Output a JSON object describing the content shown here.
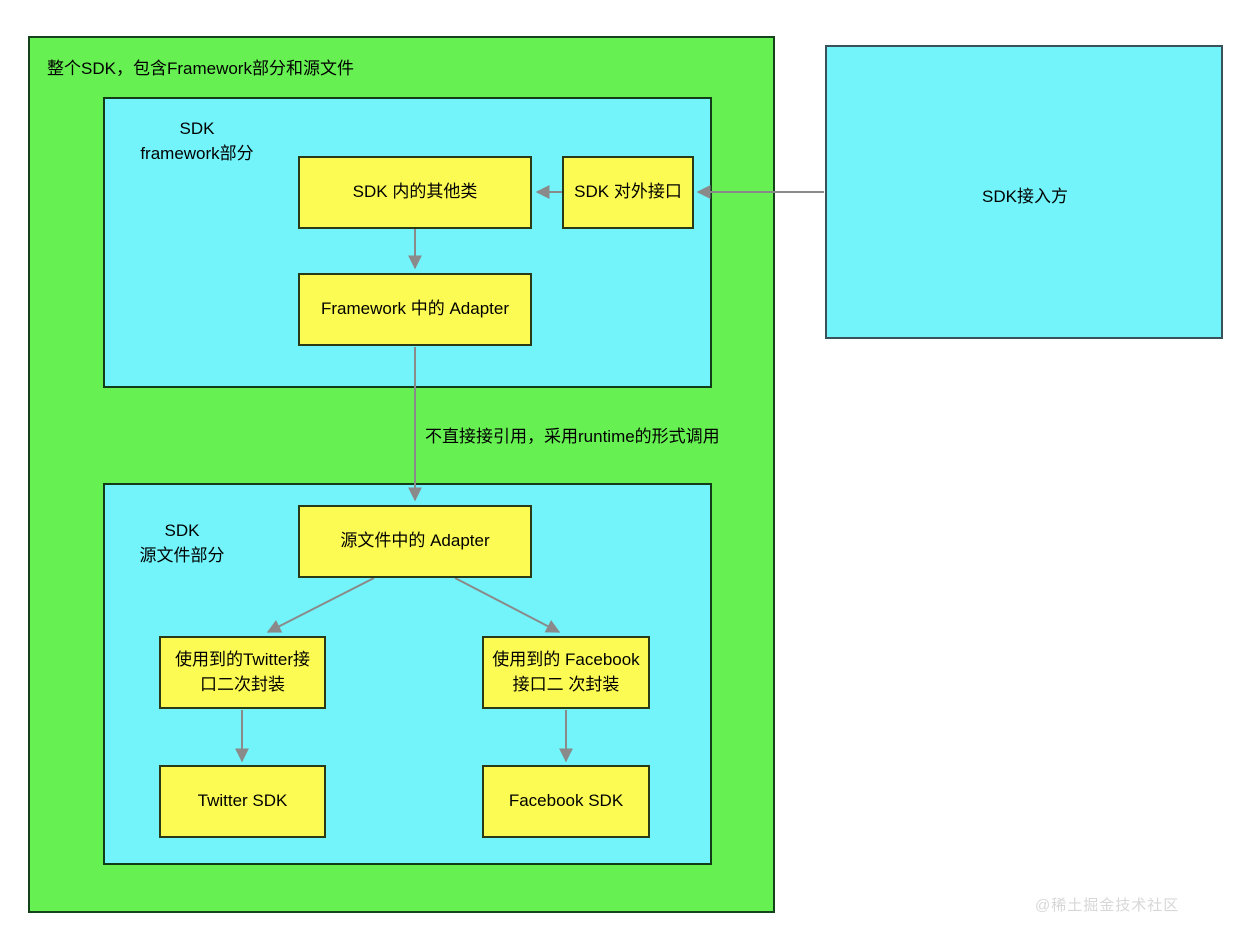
{
  "diagram": {
    "title_caption": "整个SDK，包含Framework部分和源文件",
    "watermark": "@稀土掘金技术社区",
    "colors": {
      "outer_green": "#66f052",
      "inner_cyan": "#73f4fb",
      "node_yellow": "#fcfb53",
      "node_border": "#2b3a16",
      "arrow_gray": "#8a8a8a"
    },
    "regions": [
      {
        "key": "whole_sdk",
        "label": "整个SDK，包含Framework部分和源文件",
        "fill": "#66f052"
      },
      {
        "key": "framework_part",
        "label": "SDK\nframework部分",
        "fill": "#73f4fb"
      },
      {
        "key": "source_part",
        "label": "SDK\n源文件部分",
        "fill": "#73f4fb"
      },
      {
        "key": "consumer",
        "label": "SDK接入方",
        "fill": "#73f4fb"
      }
    ],
    "nodes": [
      {
        "key": "other_classes",
        "label": "SDK 内的其他类"
      },
      {
        "key": "public_interface",
        "label": "SDK 对外接口"
      },
      {
        "key": "framework_adapter",
        "label": "Framework 中的 Adapter"
      },
      {
        "key": "source_adapter",
        "label": "源文件中的 Adapter"
      },
      {
        "key": "twitter_wrapper",
        "label": "使用到的Twitter接口二次封装"
      },
      {
        "key": "facebook_wrapper",
        "label": "使用到的\nFacebook接口二\n次封装"
      },
      {
        "key": "twitter_sdk",
        "label": "Twitter SDK"
      },
      {
        "key": "facebook_sdk",
        "label": "Facebook SDK"
      }
    ],
    "edge_labels": {
      "runtime_call": "不直接接引用，采用runtime的形式调用"
    }
  }
}
